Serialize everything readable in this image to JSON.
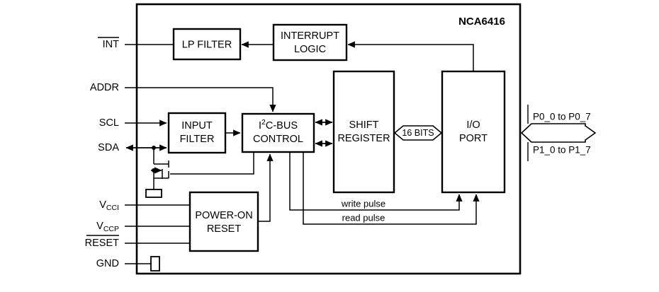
{
  "diagram": {
    "title": "NCA6416",
    "chip_outline": {
      "label": "chip-boundary"
    },
    "blocks": [
      {
        "id": "lp_filter",
        "label_lines": [
          "LP FILTER"
        ]
      },
      {
        "id": "interrupt_logic",
        "label_lines": [
          "INTERRUPT",
          "LOGIC"
        ]
      },
      {
        "id": "input_filter",
        "label_lines": [
          "INPUT",
          "FILTER"
        ]
      },
      {
        "id": "i2c_control",
        "label_lines": [
          "I2C-BUS",
          "CONTROL"
        ],
        "label_rich": "I²C-BUS"
      },
      {
        "id": "shift_register",
        "label_lines": [
          "SHIFT",
          "REGISTER"
        ]
      },
      {
        "id": "io_port",
        "label_lines": [
          "I/O",
          "PORT"
        ]
      },
      {
        "id": "power_on_reset",
        "label_lines": [
          "POWER-ON",
          "RESET"
        ]
      }
    ],
    "pins": [
      {
        "id": "int",
        "label": "INT",
        "overbar": true,
        "subscript": ""
      },
      {
        "id": "addr",
        "label": "ADDR",
        "overbar": false,
        "subscript": ""
      },
      {
        "id": "scl",
        "label": "SCL",
        "overbar": false,
        "subscript": ""
      },
      {
        "id": "sda",
        "label": "SDA",
        "overbar": false,
        "subscript": ""
      },
      {
        "id": "vcci",
        "label": "V",
        "overbar": false,
        "subscript": "CCI"
      },
      {
        "id": "vccp",
        "label": "V",
        "overbar": false,
        "subscript": "CCP"
      },
      {
        "id": "reset",
        "label": "RESET",
        "overbar": true,
        "subscript": ""
      },
      {
        "id": "gnd",
        "label": "GND",
        "overbar": false,
        "subscript": ""
      }
    ],
    "signals": [
      {
        "id": "write_pulse",
        "label": "write pulse"
      },
      {
        "id": "read_pulse",
        "label": "read pulse"
      },
      {
        "id": "bus_width",
        "label": "16 BITS"
      }
    ],
    "port_buses": [
      {
        "id": "port0",
        "label": "P0_0 to P0_7"
      },
      {
        "id": "port1",
        "label": "P1_0 to P1_7"
      }
    ],
    "colors": {
      "background": "#ffffff",
      "stroke": "#000000",
      "fill": "#ffffff"
    }
  }
}
